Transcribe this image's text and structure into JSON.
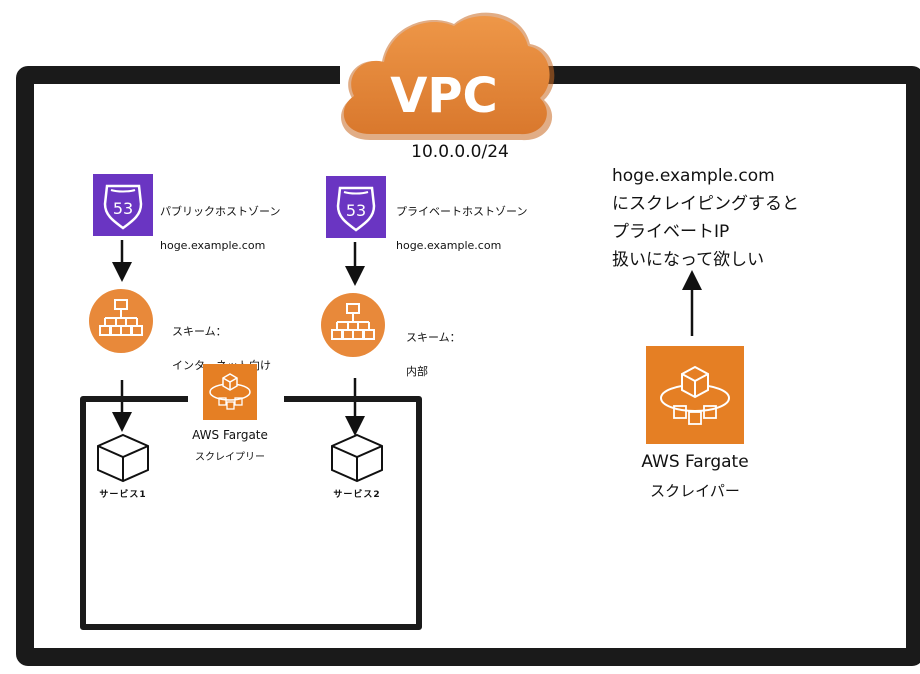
{
  "vpc": {
    "title": "VPC",
    "cidr": "10.0.0.0/24"
  },
  "public_zone": {
    "icon": "route53-icon",
    "line1": "パブリックホストゾーン",
    "line2": "hoge.example.com"
  },
  "private_zone": {
    "icon": "route53-icon",
    "line1": "プライベートホストゾーン",
    "line2": "hoge.example.com"
  },
  "route53_badge": "53",
  "public_lb": {
    "icon": "load-balancer-icon",
    "line1": "スキーム：",
    "line2": "インターネット向け"
  },
  "internal_lb": {
    "icon": "load-balancer-icon",
    "line1": "スキーム：",
    "line2": "内部"
  },
  "fargate_small": {
    "icon": "fargate-icon",
    "title": "AWS Fargate",
    "subtitle": "スクレイプリー"
  },
  "fargate_large": {
    "icon": "fargate-icon",
    "title": "AWS Fargate",
    "subtitle": "スクレイパー"
  },
  "service1": {
    "icon": "cube-icon",
    "label": "サービス1"
  },
  "service2": {
    "icon": "cube-icon",
    "label": "サービス2"
  },
  "note": {
    "line1": "hoge.example.com",
    "line2": "にスクレイピングすると",
    "line3": "プライベートIP",
    "line4": "扱いになって欲しい"
  },
  "colors": {
    "frame": "#1a1a1a",
    "cloud": "#e8893a",
    "route53": "#6a35c2",
    "elb": "#e8893a",
    "fargate": "#e57f24"
  }
}
